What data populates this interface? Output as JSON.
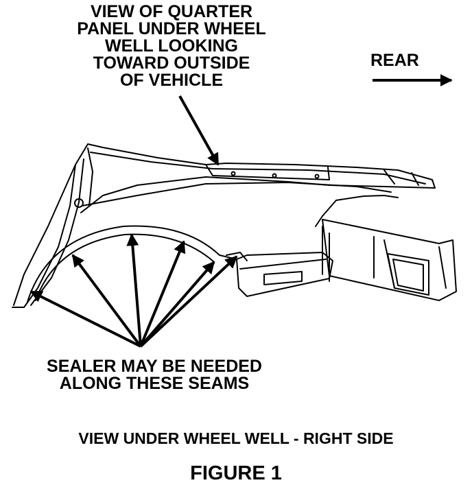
{
  "labels": {
    "view": "VIEW OF QUARTER\nPANEL UNDER WHEEL\nWELL LOOKING\nTOWARD OUTSIDE\nOF VEHICLE",
    "rear": "REAR",
    "sealer": "SEALER MAY BE NEEDED\nALONG THESE SEAMS",
    "caption": "VIEW UNDER WHEEL WELL - RIGHT SIDE",
    "figure": "FIGURE 1"
  },
  "colors": {
    "ink": "#000000",
    "paper": "#ffffff"
  }
}
